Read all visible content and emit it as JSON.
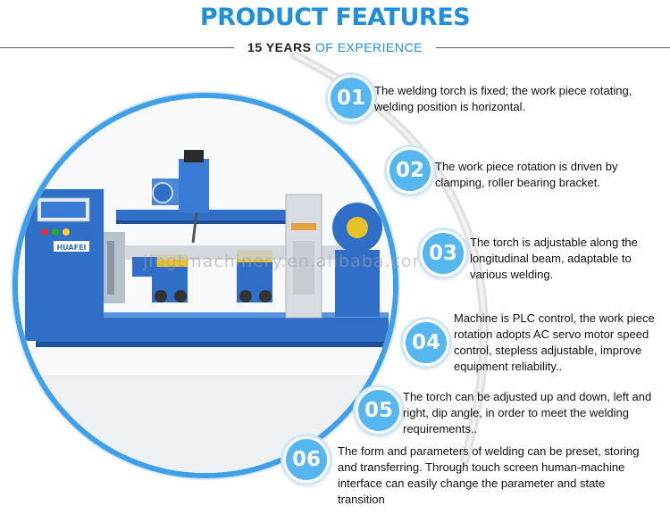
{
  "header": {
    "title": "PRODUCT FEATURES",
    "subtitle_strong": "15 YEARS",
    "subtitle_accent": "OF EXPERIENCE"
  },
  "image": {
    "watermark": "jingtmachinery.en.alibaba.com",
    "brand_label": "HUAFEI"
  },
  "features": [
    {
      "number": "01",
      "text": "The welding torch is fixed; the work piece rotating, welding position is horizontal."
    },
    {
      "number": "02",
      "text": "The work piece rotation is driven by clamping, roller bearing bracket."
    },
    {
      "number": "03",
      "text": "The torch is adjustable along the longitudinal beam, adaptable to various welding."
    },
    {
      "number": "04",
      "text": "Machine is PLC control, the work piece rotation adopts AC servo motor speed control, stepless adjustable, improve equipment reliability.."
    },
    {
      "number": "05",
      "text": "The torch can be adjusted up and down, left and right, dip angle, in order to meet the welding requirements.."
    },
    {
      "number": "06",
      "text": "The form and parameters of welding can be preset, storing and transferring. Through touch screen human-machine interface can easily change the parameter and state transition"
    }
  ],
  "colors": {
    "accent": "#1f8fdd",
    "circle_fill": "#55b6f0",
    "machine_blue": "#2f6fc7"
  }
}
